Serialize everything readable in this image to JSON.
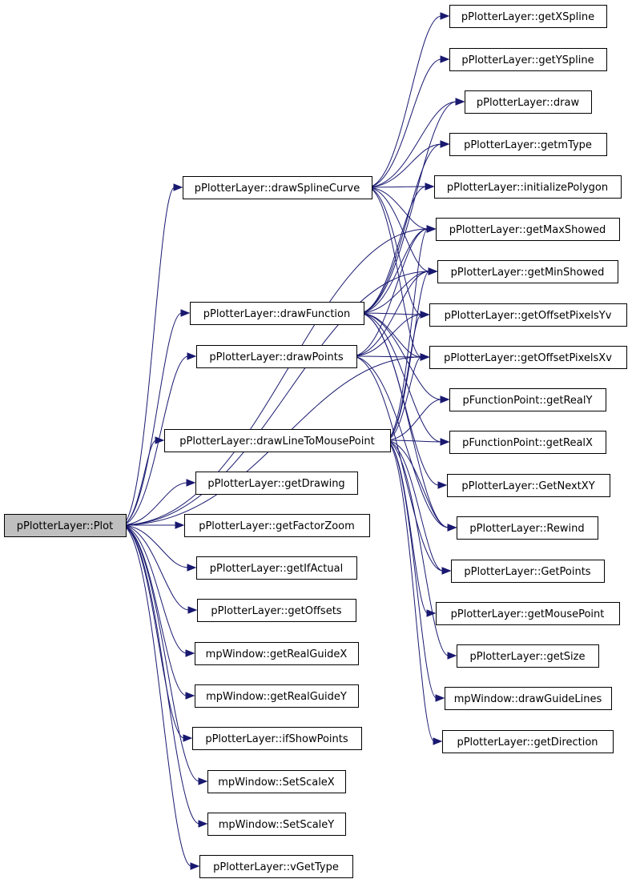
{
  "diagram": {
    "colors": {
      "edge": "#191970",
      "root_fill": "#bfbfbf",
      "node_fill": "#ffffff",
      "node_border": "#000000"
    },
    "nodes": [
      {
        "id": "plot",
        "label": "pPlotterLayer::Plot",
        "root": true
      },
      {
        "id": "drawSplineCurve",
        "label": "pPlotterLayer::drawSplineCurve"
      },
      {
        "id": "drawFunction",
        "label": "pPlotterLayer::drawFunction"
      },
      {
        "id": "drawPoints",
        "label": "pPlotterLayer::drawPoints"
      },
      {
        "id": "drawLineToMousePoint",
        "label": "pPlotterLayer::drawLineToMousePoint"
      },
      {
        "id": "getDrawing",
        "label": "pPlotterLayer::getDrawing"
      },
      {
        "id": "getFactorZoom",
        "label": "pPlotterLayer::getFactorZoom"
      },
      {
        "id": "getIfActual",
        "label": "pPlotterLayer::getIfActual"
      },
      {
        "id": "getOffsets",
        "label": "pPlotterLayer::getOffsets"
      },
      {
        "id": "getRealGuideX",
        "label": "mpWindow::getRealGuideX"
      },
      {
        "id": "getRealGuideY",
        "label": "mpWindow::getRealGuideY"
      },
      {
        "id": "ifShowPoints",
        "label": "pPlotterLayer::ifShowPoints"
      },
      {
        "id": "SetScaleX",
        "label": "mpWindow::SetScaleX"
      },
      {
        "id": "SetScaleY",
        "label": "mpWindow::SetScaleY"
      },
      {
        "id": "vGetType",
        "label": "pPlotterLayer::vGetType"
      },
      {
        "id": "getXSpline",
        "label": "pPlotterLayer::getXSpline"
      },
      {
        "id": "getYSpline",
        "label": "pPlotterLayer::getYSpline"
      },
      {
        "id": "draw",
        "label": "pPlotterLayer::draw"
      },
      {
        "id": "getmType",
        "label": "pPlotterLayer::getmType"
      },
      {
        "id": "initializePolygon",
        "label": "pPlotterLayer::initializePolygon"
      },
      {
        "id": "getMaxShowed",
        "label": "pPlotterLayer::getMaxShowed"
      },
      {
        "id": "getMinShowed",
        "label": "pPlotterLayer::getMinShowed"
      },
      {
        "id": "getOffsetPixelsYv",
        "label": "pPlotterLayer::getOffsetPixelsYv"
      },
      {
        "id": "getOffsetPixelsXv",
        "label": "pPlotterLayer::getOffsetPixelsXv"
      },
      {
        "id": "getRealY",
        "label": "pFunctionPoint::getRealY"
      },
      {
        "id": "getRealX",
        "label": "pFunctionPoint::getRealX"
      },
      {
        "id": "GetNextXY",
        "label": "pPlotterLayer::GetNextXY"
      },
      {
        "id": "Rewind",
        "label": "pPlotterLayer::Rewind"
      },
      {
        "id": "GetPoints",
        "label": "pPlotterLayer::GetPoints"
      },
      {
        "id": "getMousePoint",
        "label": "pPlotterLayer::getMousePoint"
      },
      {
        "id": "getSize",
        "label": "pPlotterLayer::getSize"
      },
      {
        "id": "drawGuideLines",
        "label": "mpWindow::drawGuideLines"
      },
      {
        "id": "getDirection",
        "label": "pPlotterLayer::getDirection"
      }
    ],
    "edges": [
      [
        "plot",
        "drawSplineCurve"
      ],
      [
        "plot",
        "drawFunction"
      ],
      [
        "plot",
        "drawPoints"
      ],
      [
        "plot",
        "drawLineToMousePoint"
      ],
      [
        "plot",
        "getDrawing"
      ],
      [
        "plot",
        "getFactorZoom"
      ],
      [
        "plot",
        "getIfActual"
      ],
      [
        "plot",
        "getOffsets"
      ],
      [
        "plot",
        "getRealGuideX"
      ],
      [
        "plot",
        "getRealGuideY"
      ],
      [
        "plot",
        "ifShowPoints"
      ],
      [
        "plot",
        "SetScaleX"
      ],
      [
        "plot",
        "SetScaleY"
      ],
      [
        "plot",
        "vGetType"
      ],
      [
        "plot",
        "getMaxShowed"
      ],
      [
        "plot",
        "getMinShowed"
      ],
      [
        "plot",
        "getOffsetPixelsXv"
      ],
      [
        "drawSplineCurve",
        "getXSpline"
      ],
      [
        "drawSplineCurve",
        "getYSpline"
      ],
      [
        "drawSplineCurve",
        "draw"
      ],
      [
        "drawSplineCurve",
        "getmType"
      ],
      [
        "drawSplineCurve",
        "initializePolygon"
      ],
      [
        "drawSplineCurve",
        "getMaxShowed"
      ],
      [
        "drawSplineCurve",
        "getMinShowed"
      ],
      [
        "drawSplineCurve",
        "getOffsetPixelsYv"
      ],
      [
        "drawSplineCurve",
        "getOffsetPixelsXv"
      ],
      [
        "drawFunction",
        "draw"
      ],
      [
        "drawFunction",
        "getmType"
      ],
      [
        "drawFunction",
        "initializePolygon"
      ],
      [
        "drawFunction",
        "getMaxShowed"
      ],
      [
        "drawFunction",
        "getMinShowed"
      ],
      [
        "drawFunction",
        "getOffsetPixelsYv"
      ],
      [
        "drawFunction",
        "getOffsetPixelsXv"
      ],
      [
        "drawFunction",
        "getRealY"
      ],
      [
        "drawFunction",
        "getRealX"
      ],
      [
        "drawFunction",
        "GetNextXY"
      ],
      [
        "drawFunction",
        "Rewind"
      ],
      [
        "drawPoints",
        "getMaxShowed"
      ],
      [
        "drawPoints",
        "getMinShowed"
      ],
      [
        "drawPoints",
        "getOffsetPixelsYv"
      ],
      [
        "drawPoints",
        "getOffsetPixelsXv"
      ],
      [
        "drawPoints",
        "Rewind"
      ],
      [
        "drawPoints",
        "GetPoints"
      ],
      [
        "drawLineToMousePoint",
        "getMaxShowed"
      ],
      [
        "drawLineToMousePoint",
        "getMinShowed"
      ],
      [
        "drawLineToMousePoint",
        "getOffsetPixelsYv"
      ],
      [
        "drawLineToMousePoint",
        "getOffsetPixelsXv"
      ],
      [
        "drawLineToMousePoint",
        "getRealY"
      ],
      [
        "drawLineToMousePoint",
        "getRealX"
      ],
      [
        "drawLineToMousePoint",
        "Rewind"
      ],
      [
        "drawLineToMousePoint",
        "GetPoints"
      ],
      [
        "drawLineToMousePoint",
        "getMousePoint"
      ],
      [
        "drawLineToMousePoint",
        "getSize"
      ],
      [
        "drawLineToMousePoint",
        "drawGuideLines"
      ],
      [
        "drawLineToMousePoint",
        "getDirection"
      ]
    ]
  }
}
